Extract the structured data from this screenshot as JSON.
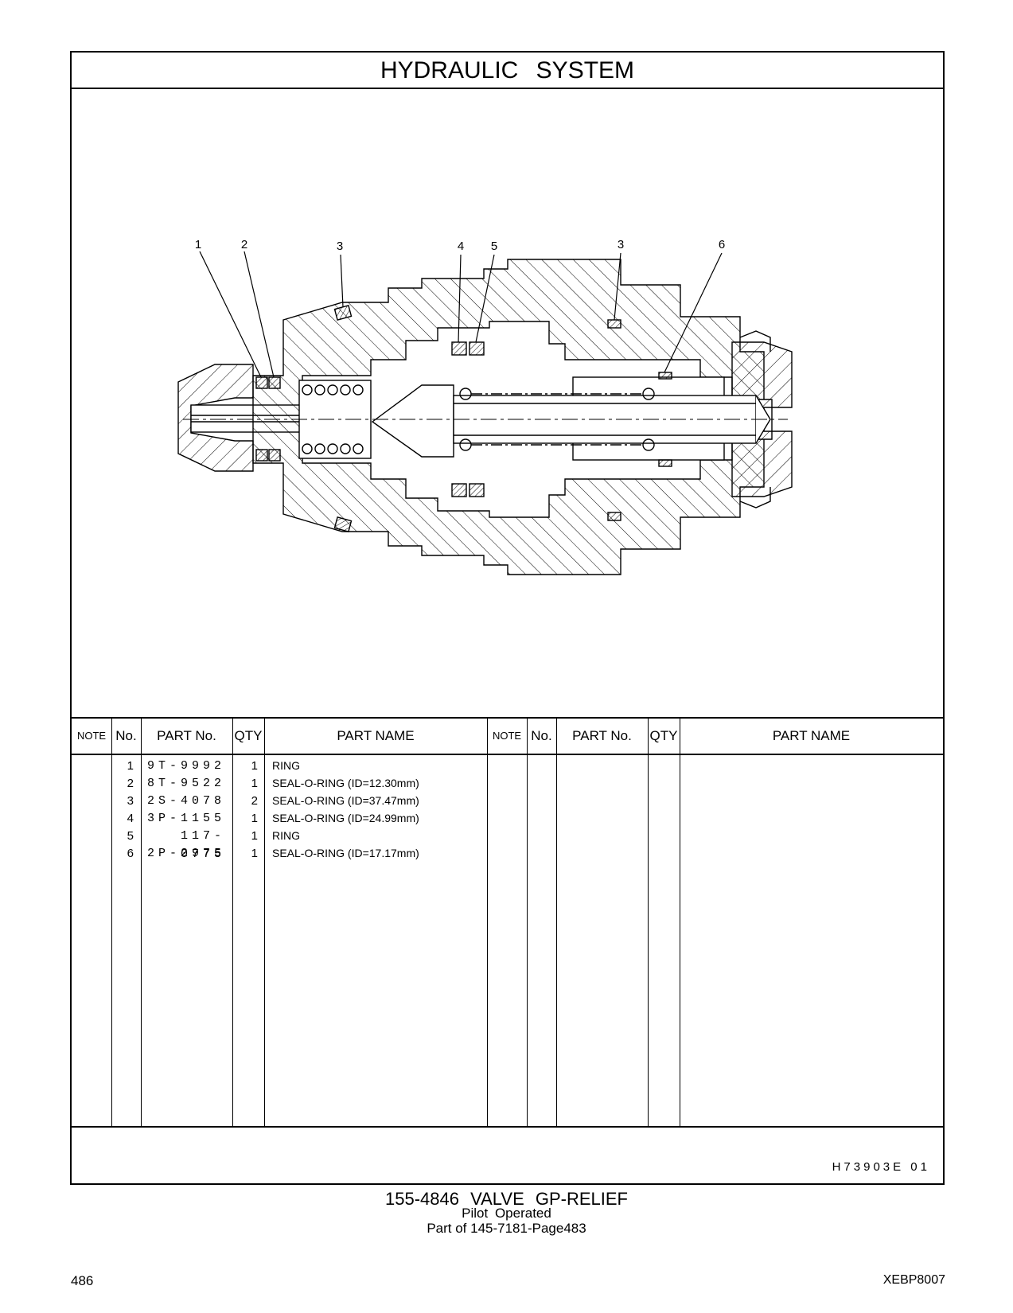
{
  "header": {
    "title": "HYDRAULIC SYSTEM"
  },
  "diagram": {
    "callouts": [
      "1",
      "2",
      "3",
      "4",
      "5",
      "3",
      "6"
    ]
  },
  "table": {
    "headers": [
      "NOTE",
      "No.",
      "PART No.",
      "QTY",
      "PART NAME",
      "NOTE",
      "No.",
      "PART No.",
      "QTY",
      "PART NAME"
    ],
    "rows": [
      {
        "no": "1",
        "part_no": "9T-9992",
        "qty": "1",
        "name": "RING"
      },
      {
        "no": "2",
        "part_no": "8T-9522",
        "qty": "1",
        "name": "SEAL-O-RING (ID=12.30mm)"
      },
      {
        "no": "3",
        "part_no": "2S-4078",
        "qty": "2",
        "name": "SEAL-O-RING (ID=37.47mm)"
      },
      {
        "no": "4",
        "part_no": "3P-1155",
        "qty": "1",
        "name": "SEAL-O-RING (ID=24.99mm)"
      },
      {
        "no": "5",
        "part_no": "117-0775",
        "qty": "1",
        "name": "RING"
      },
      {
        "no": "6",
        "part_no": "2P-2975",
        "qty": "1",
        "name": "SEAL-O-RING (ID=17.17mm)"
      }
    ]
  },
  "footer": {
    "illustration_code": "H73903E 01",
    "caption_title": "155-4846 VALVE GP-RELIEF",
    "caption_sub": "Pilot Operated",
    "caption_ref": "Part of 145-7181-Page483",
    "page_number": "486",
    "doc_id": "XEBP8007"
  }
}
